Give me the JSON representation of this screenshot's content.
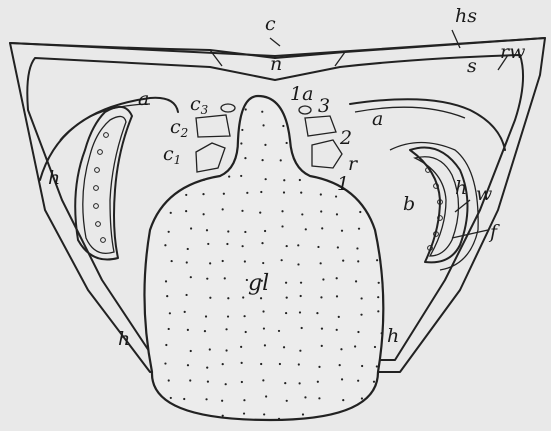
{
  "labels": {
    "c": "c",
    "hs": "hs",
    "rw": "rw",
    "n": "n",
    "s": "s",
    "a_left": "a",
    "a_right": "a",
    "c3_base": "c",
    "c3_sub": "3",
    "c2_base": "c",
    "c2_sub": "2",
    "c1_base": "c",
    "c1_sub": "1",
    "one_a": "1a",
    "three": "3",
    "two": "2",
    "r": "r",
    "one": "1",
    "h_left_upper": "h",
    "h_right_upper": "h",
    "h_left_lower": "h",
    "h_right_lower": "h",
    "b": "b",
    "w": "w",
    "f": "f",
    "gl": "gl"
  }
}
